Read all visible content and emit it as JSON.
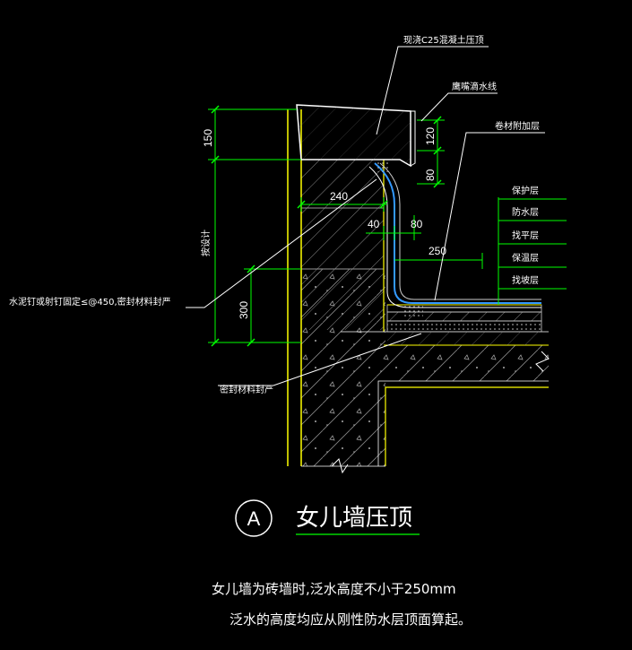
{
  "labels": {
    "coping_concrete": "现浇C25混凝土压顶",
    "drip_line": "鹰嘴滴水线",
    "membrane_additional": "卷材附加层",
    "protection_layer": "保护层",
    "waterproof_layer": "防水层",
    "leveling_layer": "找平层",
    "insulation_layer": "保温层",
    "slope_layer": "找坡层",
    "nail_fix": "水泥钉或射钉固定≤@450,密封材料封严",
    "sealant": "密封材料封严",
    "parapet_height": "按设计"
  },
  "dimensions": {
    "d150": "150",
    "d120": "120",
    "d80_top": "80",
    "d240": "240",
    "d40": "40",
    "d80_mid": "80",
    "d250": "250",
    "d300": "300"
  },
  "title": {
    "marker": "A",
    "text": "女儿墙压顶"
  },
  "notes": {
    "line1": "女儿墙为砖墙时,泛水高度不小于250mm",
    "line2": "泛水的高度均应从刚性防水层顶面算起。"
  },
  "colors": {
    "background": "#000000",
    "wall": "#ffff00",
    "dimension": "#00ff00",
    "leader": "#ffffff",
    "membrane": "#3399ff",
    "hatch": "#aaaaaa"
  }
}
